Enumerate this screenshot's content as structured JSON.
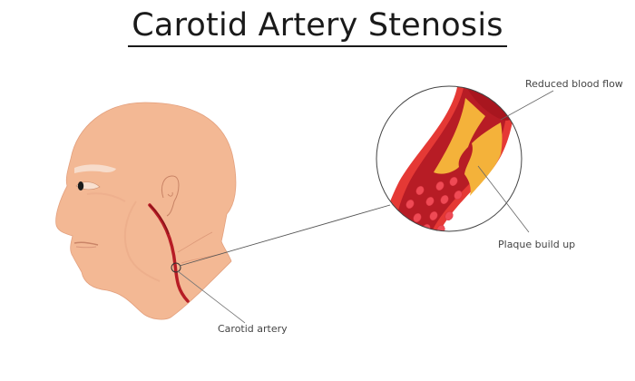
{
  "title": "Carotid Artery Stenosis",
  "labels": {
    "reduced_blood_flow": "Reduced blood flow",
    "plaque_build_up": "Plaque build up",
    "carotid_artery": "Carotid artery"
  },
  "colors": {
    "skin": "#f3b894",
    "skin_shadow": "#e8a883",
    "eyebrow": "#f7dccb",
    "artery_outer": "#e53935",
    "artery_inner": "#b71c25",
    "blood_cell": "#ef4a55",
    "plaque": "#f4b23a",
    "leader_line": "#555555",
    "title_text": "#1a1a1a"
  }
}
